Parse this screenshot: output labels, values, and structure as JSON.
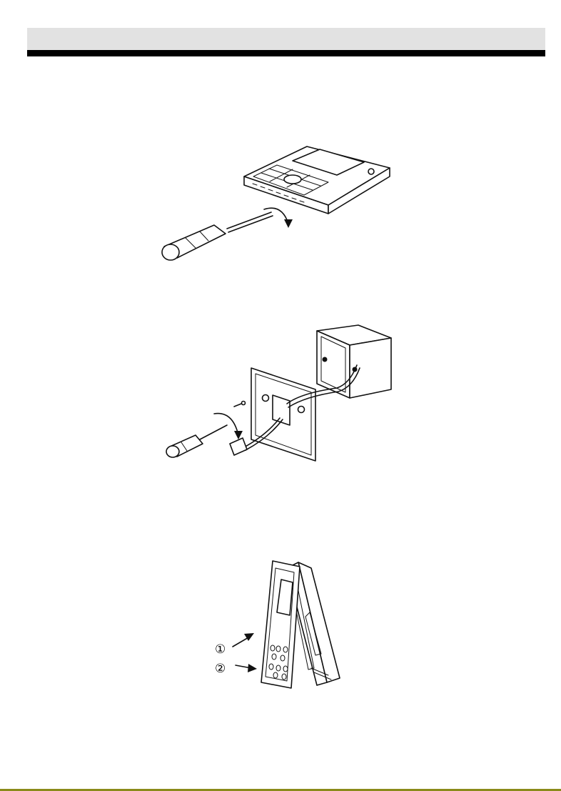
{
  "header": {
    "bar_color": "#e2e2e2",
    "rule_color": "#000000"
  },
  "figures": {
    "step1": {
      "icon": "screwdriver-open-controller-illustration"
    },
    "step2": {
      "icon": "wall-plate-screw-box-illustration"
    },
    "step3": {
      "icon": "front-rear-cover-illustration"
    }
  },
  "callouts": {
    "one": "①",
    "two": "②"
  },
  "footer": {
    "line_color": "#8a8a1a"
  }
}
